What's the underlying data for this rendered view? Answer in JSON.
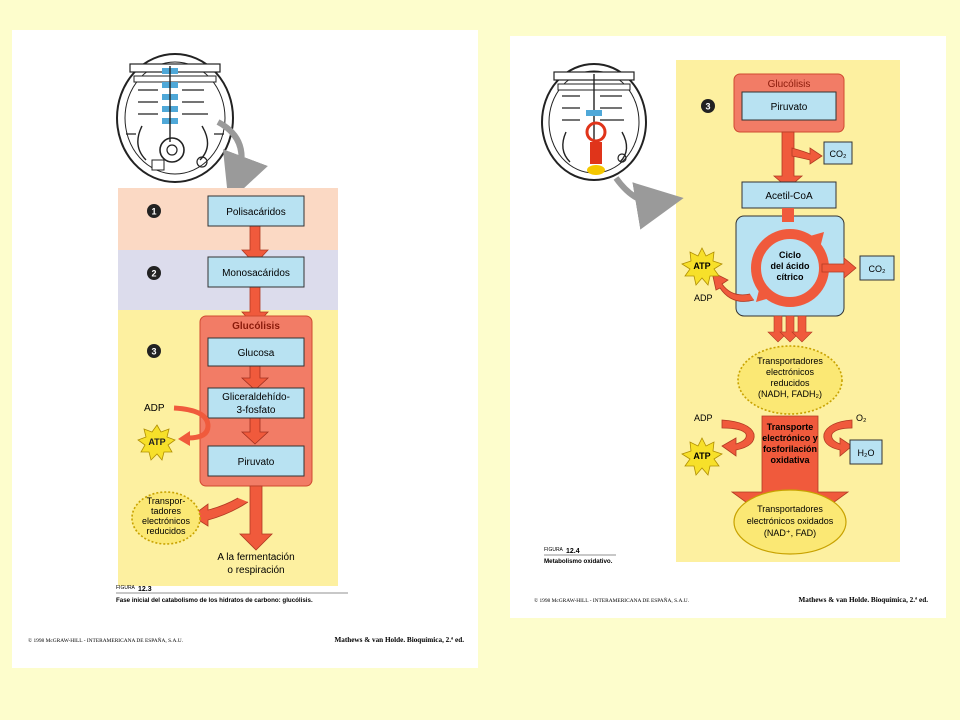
{
  "figure_left": {
    "steps": [
      "1",
      "2",
      "3"
    ],
    "boxes": {
      "polysaccharides": "Polisacáridos",
      "monosaccharides": "Monosacáridos",
      "glycolysis_title": "Glucólisis",
      "glucose": "Glucosa",
      "g3p_line1": "Gliceraldehído-",
      "g3p_line2": "3-fosfato",
      "pyruvate": "Piruvato"
    },
    "adp": "ADP",
    "atp": "ATP",
    "carriers": [
      "Transpor-",
      "tadores",
      "electrónicos",
      "reducidos"
    ],
    "destination": [
      "A la fermentación",
      "o respiración"
    ],
    "figure_label": "FIGURA",
    "figure_number": "12.3",
    "caption": "Fase inicial del catabolismo de los hidratos de carbono: glucólisis.",
    "copyright": "© 1998 McGRAW-HILL - INTERAMERICANA DE ESPAÑA, S.A.U.",
    "book": "Mathews & van Holde. Bioquímica, 2.ª ed."
  },
  "figure_right": {
    "step": "3",
    "glycolysis_title": "Glucólisis",
    "pyruvate": "Piruvato",
    "co2": "CO₂",
    "acetyl_coa": "Acetil-CoA",
    "krebs": [
      "Ciclo",
      "del ácido",
      "cítrico"
    ],
    "atp": "ATP",
    "adp": "ADP",
    "reduced_carriers": [
      "Transportadores",
      "electrónicos",
      "reducidos",
      "(NADH, FADH₂)"
    ],
    "oxphos": [
      "Transporte",
      "electrónico y",
      "fosforilación",
      "oxidativa"
    ],
    "o2": "O₂",
    "h2o": "H₂O",
    "oxidized_carriers": [
      "Transportadores",
      "electrónicos oxidados",
      "(NAD⁺, FAD)"
    ],
    "figure_label": "FIGURA",
    "figure_number": "12.4",
    "caption": "Metabolismo oxidativo.",
    "copyright": "© 1998 McGRAW-HILL - INTERAMERICANA DE ESPAÑA, S.A.U.",
    "book": "Mathews & van Holde. Bioquímica, 2.ª ed."
  },
  "colors": {
    "background": "#fdfdcc",
    "box_blue": "#b8e2f2",
    "arrow_red": "#f05a3c",
    "highlight_red": "#f27c66",
    "panel_yellow": "#fdf0a0",
    "band_pink": "#fbd9c4",
    "band_lavender": "#dcdcec",
    "oval_yellow": "#fbe874"
  }
}
